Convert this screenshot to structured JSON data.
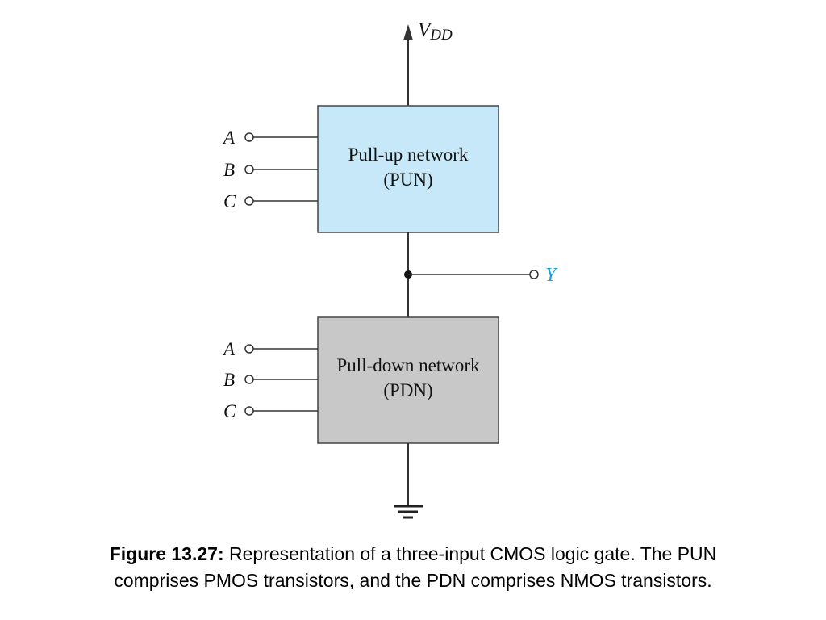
{
  "figure": {
    "supply_label_main": "V",
    "supply_label_sub": "DD",
    "pun": {
      "line1": "Pull-up network",
      "line2": "(PUN)",
      "inputs": [
        "A",
        "B",
        "C"
      ]
    },
    "pdn": {
      "line1": "Pull-down network",
      "line2": "(PDN)",
      "inputs": [
        "A",
        "B",
        "C"
      ]
    },
    "output_label": "Y"
  },
  "colors": {
    "pun_fill": "#c6e8f8",
    "pdn_fill": "#c8c8c8",
    "output_label": "#1a9fd8",
    "line": "#333333"
  },
  "caption": {
    "label": "Figure 13.27:",
    "line1": "Representation of a three-input CMOS logic gate. The PUN",
    "line2": "comprises PMOS transistors, and the PDN comprises NMOS transistors."
  }
}
